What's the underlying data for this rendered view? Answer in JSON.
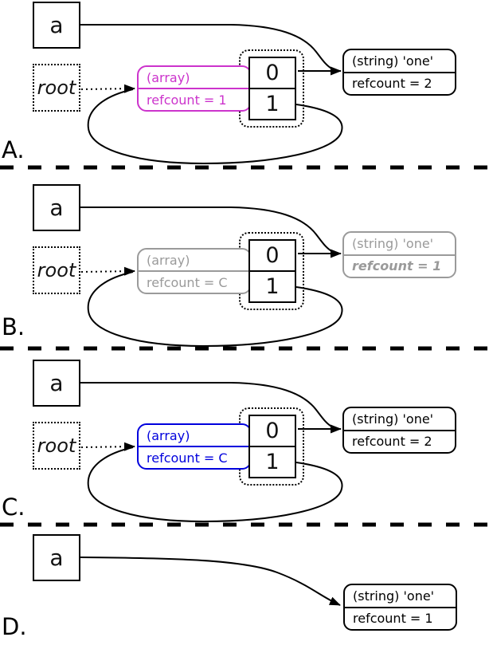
{
  "colors": {
    "panel_a_array_highlight": "#cc33cc",
    "panel_b_inactive": "#9a9a9a",
    "panel_c_array_highlight": "#0000dd",
    "line": "#000000"
  },
  "panels": [
    {
      "label": "A.",
      "variable_box": "a",
      "root_box": "root",
      "array_box": {
        "type": "(array)",
        "refcount": "refcount = 1",
        "color": "#cc33cc"
      },
      "cells": [
        "0",
        "1"
      ],
      "string_box": {
        "type": "(string) 'one'",
        "refcount": "refcount = 2",
        "color": "#000000"
      }
    },
    {
      "label": "B.",
      "variable_box": "a",
      "root_box": "root",
      "array_box": {
        "type": "(array)",
        "refcount": "refcount = C",
        "color": "#9a9a9a"
      },
      "cells": [
        "0",
        "1"
      ],
      "string_box": {
        "type": "(string) 'one'",
        "refcount": "refcount = 1",
        "color": "#9a9a9a",
        "refcount_style": "bold-italic"
      }
    },
    {
      "label": "C.",
      "variable_box": "a",
      "root_box": "root",
      "array_box": {
        "type": "(array)",
        "refcount": "refcount = C",
        "color": "#0000dd"
      },
      "cells": [
        "0",
        "1"
      ],
      "string_box": {
        "type": "(string) 'one'",
        "refcount": "refcount = 2",
        "color": "#000000"
      }
    },
    {
      "label": "D.",
      "variable_box": "a",
      "string_box": {
        "type": "(string) 'one'",
        "refcount": "refcount = 1",
        "color": "#000000"
      }
    }
  ]
}
